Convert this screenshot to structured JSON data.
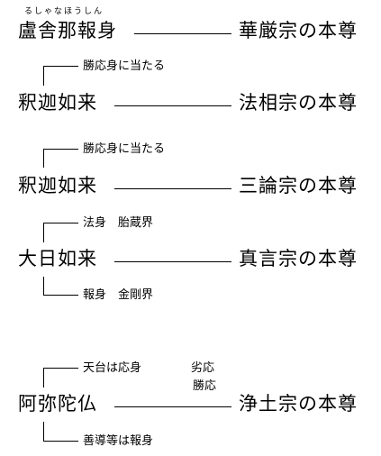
{
  "ruby": "るしゃなほうしん",
  "rows": [
    {
      "left": "盧舎那報身",
      "right": "華厳宗の本尊"
    },
    {
      "left": "釈迦如来",
      "right": "法相宗の本尊",
      "branch_top": "勝応身に当たる"
    },
    {
      "left": "釈迦如来",
      "right": "三論宗の本尊",
      "branch_top": "勝応身に当たる"
    },
    {
      "left": "大日如来",
      "right": "真言宗の本尊",
      "branch_top": "法身　胎蔵界",
      "branch_bottom": "報身　金剛界"
    },
    {
      "left": "阿弥陀仏",
      "right": "浄土宗の本尊",
      "branch_top": "天台は応身",
      "branch_bottom": "善導等は報身",
      "note_line1": "劣応",
      "note_line2": "勝応"
    }
  ]
}
